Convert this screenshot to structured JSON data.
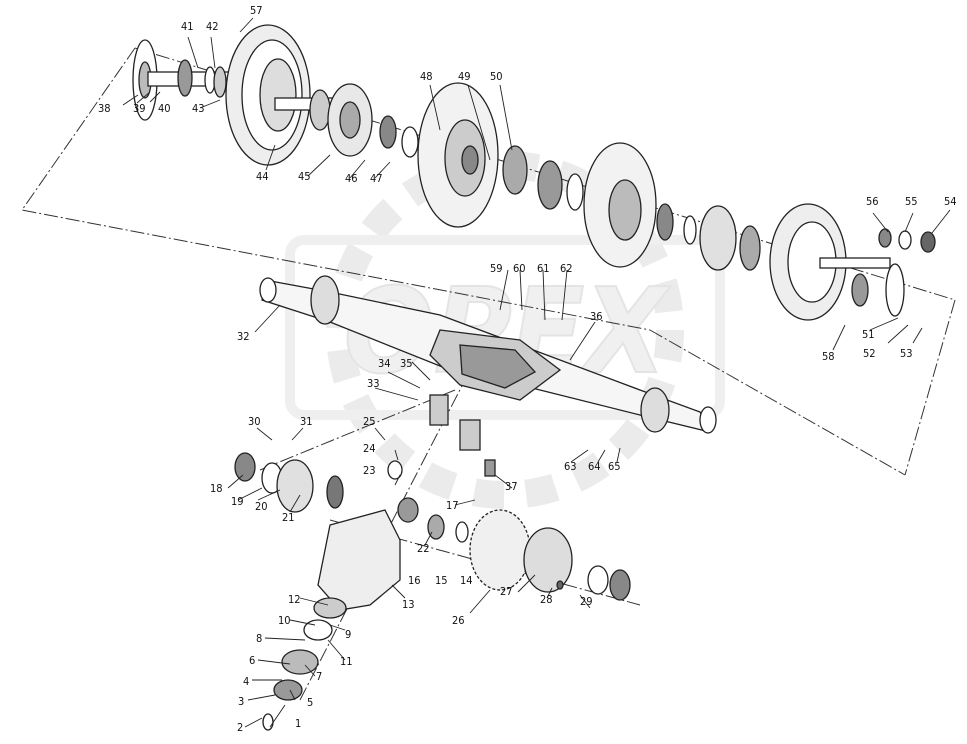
{
  "watermark": "OPEX",
  "callouts": [
    "1",
    "2",
    "3",
    "4",
    "5",
    "6",
    "7",
    "8",
    "9",
    "10",
    "11",
    "12",
    "13",
    "14",
    "15",
    "16",
    "17",
    "18",
    "19",
    "20",
    "21",
    "22",
    "23",
    "24",
    "25",
    "26",
    "27",
    "28",
    "29",
    "30",
    "31",
    "32",
    "33",
    "34",
    "35",
    "36",
    "37",
    "38",
    "39",
    "40",
    "41",
    "42",
    "43",
    "44",
    "45",
    "46",
    "47",
    "48",
    "49",
    "50",
    "51",
    "52",
    "53",
    "54",
    "55",
    "56",
    "57",
    "58",
    "59",
    "60",
    "61",
    "62",
    "63",
    "64",
    "65"
  ],
  "colors": {
    "line": "#222222",
    "shade": "#8a8a8a",
    "watermark": "#e6e6e6"
  }
}
